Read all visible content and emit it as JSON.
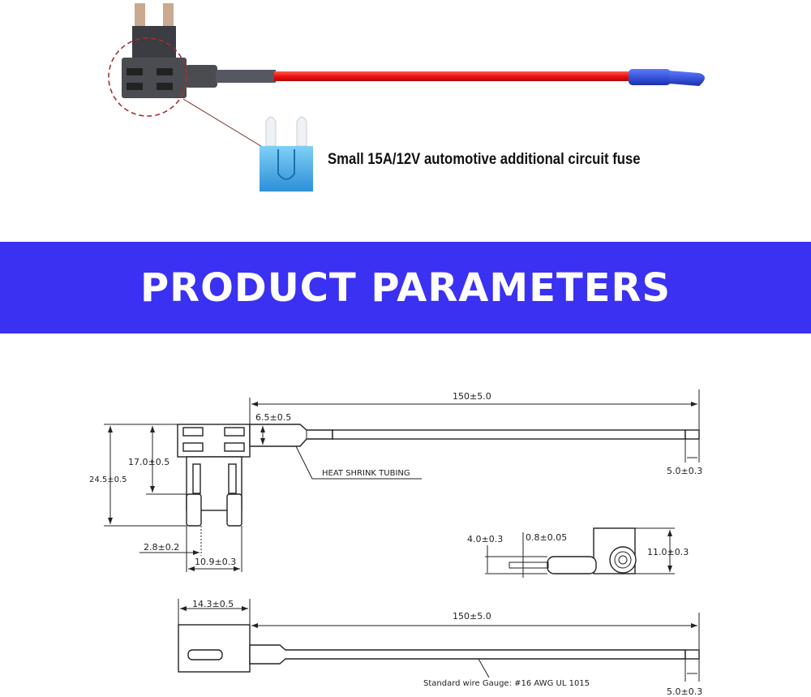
{
  "photo": {
    "caption": "Small 15A/12V automotive additional circuit fuse"
  },
  "banner": {
    "title": "PRODUCT PARAMETERS",
    "color": "#3a31f2"
  },
  "drawing": {
    "top_view": {
      "overall_length": "150±5.0",
      "heat_shrink_diameter": "6.5±0.5",
      "heat_shrink_label": "HEAT SHRINK TUBING",
      "total_height": "24.5±0.5",
      "body_height": "17.0±0.5",
      "blade_width": "2.8±0.2",
      "blade_span": "10.9±0.3",
      "terminal_length": "5.0±0.3"
    },
    "terminal_view": {
      "pin_height": "4.0±0.3",
      "pin_thickness": "0.8±0.05",
      "ring_height": "11.0±0.3"
    },
    "side_view": {
      "body_width": "14.3±0.5",
      "overall_length": "150±5.0",
      "wire_label": "Standard wire Gauge:  #16 AWG UL 1015",
      "terminal_length": "5.0±0.3"
    }
  }
}
